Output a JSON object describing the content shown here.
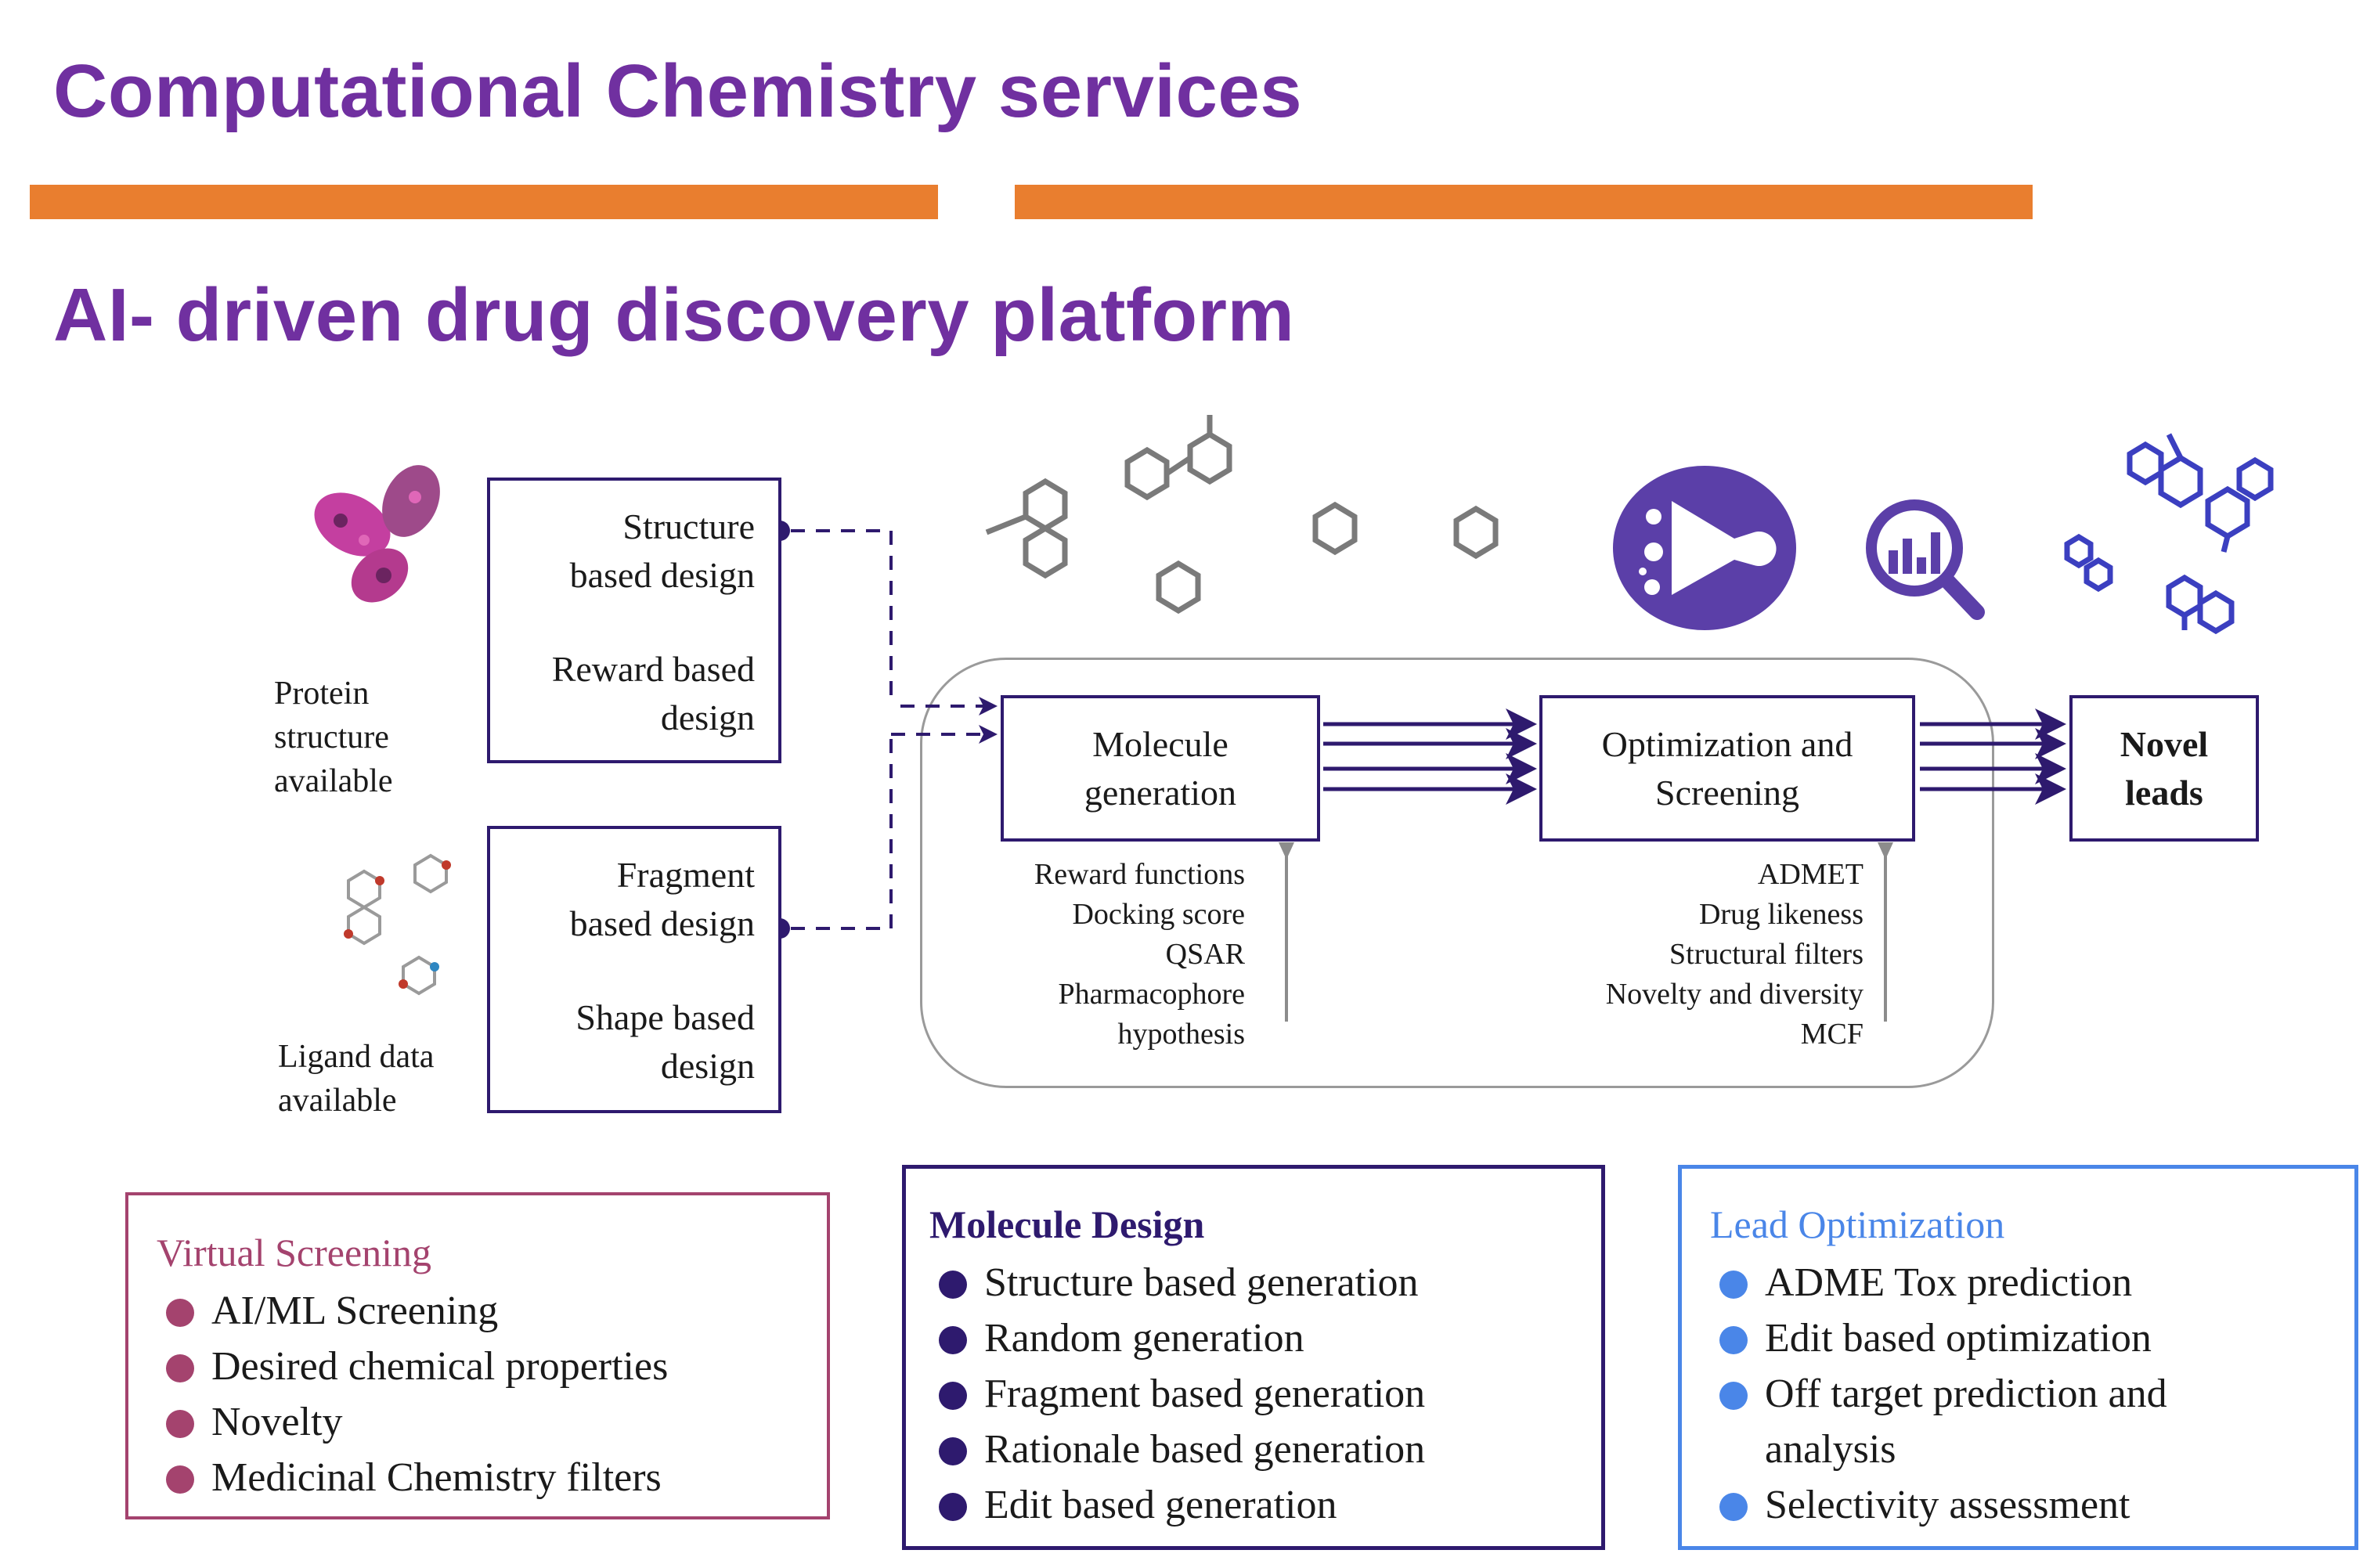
{
  "header": {
    "title": "Computational Chemistry services",
    "subtitle": "AI- driven drug discovery platform"
  },
  "colors": {
    "title_purple": "#7030A0",
    "accent_orange": "#E97E2F",
    "box_navy": "#2E1A6E",
    "virtual_screening": "#A4436E",
    "molecule_design": "#2E1A6E",
    "lead_optimization": "#4A86E8"
  },
  "inputs": {
    "protein": {
      "label_lines": [
        "Protein",
        "structure",
        "available"
      ],
      "icon": "protein-structure-icon",
      "box_lines": [
        "Structure",
        "based design",
        "",
        "Reward based",
        "design"
      ]
    },
    "ligand": {
      "label_lines": [
        "Ligand data",
        "available"
      ],
      "icon": "ligand-molecules-icon",
      "box_lines": [
        "Fragment",
        "based design",
        "",
        "Shape based",
        "design"
      ]
    }
  },
  "flow": {
    "molecule_generation": {
      "label_lines": [
        "Molecule",
        "generation"
      ],
      "criteria": [
        "Reward functions",
        "Docking score",
        "QSAR",
        "Pharmacophore",
        "hypothesis"
      ]
    },
    "optimization": {
      "label_lines": [
        "Optimization and",
        "Screening"
      ],
      "criteria": [
        "ADMET",
        "Drug likeness",
        "Structural filters",
        "Novelty and diversity",
        "MCF"
      ]
    },
    "output": {
      "label_lines": [
        "Novel",
        "leads"
      ]
    },
    "icons": [
      "molecule-structures-icon",
      "funnel-flask-icon",
      "magnifier-chart-icon",
      "lead-molecules-icon"
    ]
  },
  "panels": [
    {
      "title": "Virtual Screening",
      "items": [
        "AI/ML Screening",
        "Desired chemical properties",
        "Novelty",
        "Medicinal Chemistry filters"
      ]
    },
    {
      "title": "Molecule Design",
      "items": [
        "Structure based generation",
        "Random generation",
        "Fragment based generation",
        "Rationale based generation",
        "Edit based generation"
      ]
    },
    {
      "title": "Lead Optimization",
      "items": [
        "ADME Tox prediction",
        "Edit based optimization",
        "Off target prediction and analysis",
        "Selectivity assessment"
      ]
    }
  ]
}
